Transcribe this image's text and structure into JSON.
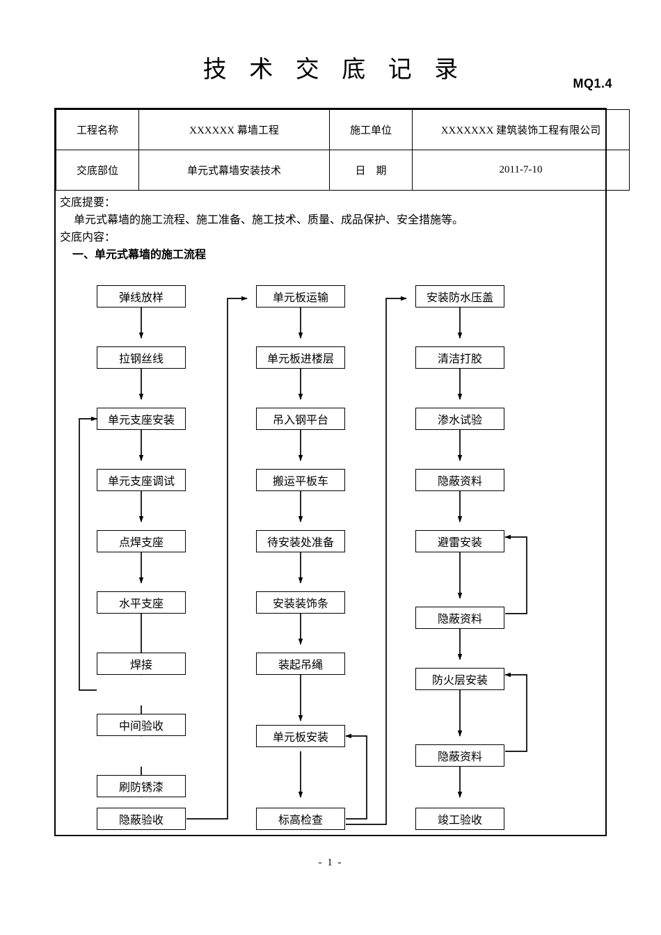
{
  "header": {
    "title": "技 术 交 底 记 录",
    "doc_code": "MQ1.4"
  },
  "info_table": {
    "rows": [
      {
        "label1": "工程名称",
        "value1": "XXXXXX 幕墙工程",
        "label2": "施工单位",
        "value2": "XXXXXXX 建筑装饰工程有限公司"
      },
      {
        "label1": "交底部位",
        "value1": "单元式幕墙安装技术",
        "label2": "日　期",
        "value2": "2011-7-10"
      }
    ]
  },
  "content": {
    "summary_label": "交底提要：",
    "summary_text": "单元式幕墙的施工流程、施工准备、施工技术、质量、成品保护、安全措施等。",
    "content_label": "交底内容：",
    "section_heading": "一、单元式幕墙的施工流程"
  },
  "flowchart": {
    "columns": [
      {
        "name": "column-1",
        "nodes": [
          "弹线放样",
          "拉钢丝线",
          "单元支座安装",
          "单元支座调试",
          "点焊支座",
          "水平支座",
          "焊接",
          "中间验收",
          "刷防锈漆",
          "隐蔽验收"
        ]
      },
      {
        "name": "column-2",
        "nodes": [
          "单元板运输",
          "单元板进楼层",
          "吊入钢平台",
          "搬运平板车",
          "待安装处准备",
          "安装装饰条",
          "装起吊绳",
          "单元板安装",
          "标高检查"
        ]
      },
      {
        "name": "column-3",
        "nodes": [
          "安装防水压盖",
          "清洁打胶",
          "渗水试验",
          "隐蔽资料",
          "避雷安装",
          "隐蔽资料",
          "防火层安装",
          "隐蔽资料",
          "竣工验收"
        ]
      }
    ]
  },
  "footer": {
    "page_number": "- 1 -"
  }
}
